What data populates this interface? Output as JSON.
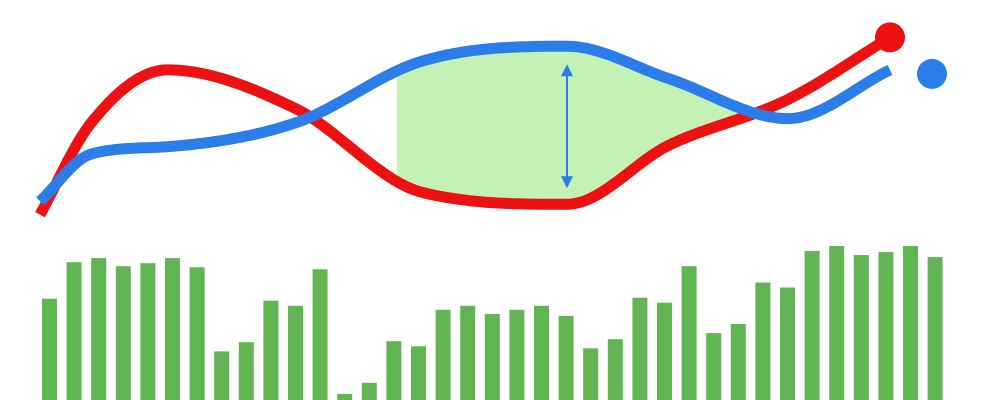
{
  "colors": {
    "red_series": "#ee1111",
    "blue_series": "#2b7de9",
    "fill_between": "#c4f2b5",
    "arrow": "#2b7de9",
    "bars": "#61b653"
  },
  "chart_data": [
    {
      "type": "line",
      "title": "",
      "xlabel": "",
      "ylabel": "",
      "grid": false,
      "legend": "none",
      "x": [
        0.0,
        0.06,
        0.15,
        0.3,
        0.45,
        0.62,
        0.74,
        0.88,
        1.0
      ],
      "series": [
        {
          "color_key": "red_series",
          "end_marker": true,
          "values": [
            0.0,
            0.62,
            0.98,
            0.72,
            0.15,
            0.07,
            0.47,
            0.78,
            1.2
          ]
        },
        {
          "color_key": "blue_series",
          "end_marker": true,
          "values": [
            0.09,
            0.41,
            0.46,
            0.62,
            1.04,
            1.14,
            0.92,
            0.65,
            0.98
          ]
        }
      ],
      "fill_between": {
        "color_key": "fill_between",
        "x_start": 0.42,
        "x_end": 0.86
      },
      "annotation": {
        "type": "double-arrow",
        "color_key": "arrow",
        "x": 0.62
      },
      "ylim": [
        -0.05,
        1.25
      ]
    },
    {
      "type": "bar",
      "title": "",
      "xlabel": "",
      "ylabel": "",
      "grid": false,
      "legend": "none",
      "color_key": "bars",
      "ylim": [
        0,
        150
      ],
      "values": [
        100,
        136,
        140,
        132,
        135,
        140,
        131,
        48,
        57,
        98,
        93,
        129,
        6,
        17,
        58,
        53,
        89,
        93,
        85,
        89,
        93,
        83,
        51,
        60,
        101,
        96,
        132,
        66,
        75,
        116,
        111,
        147,
        152,
        143,
        146,
        152,
        141
      ]
    }
  ]
}
